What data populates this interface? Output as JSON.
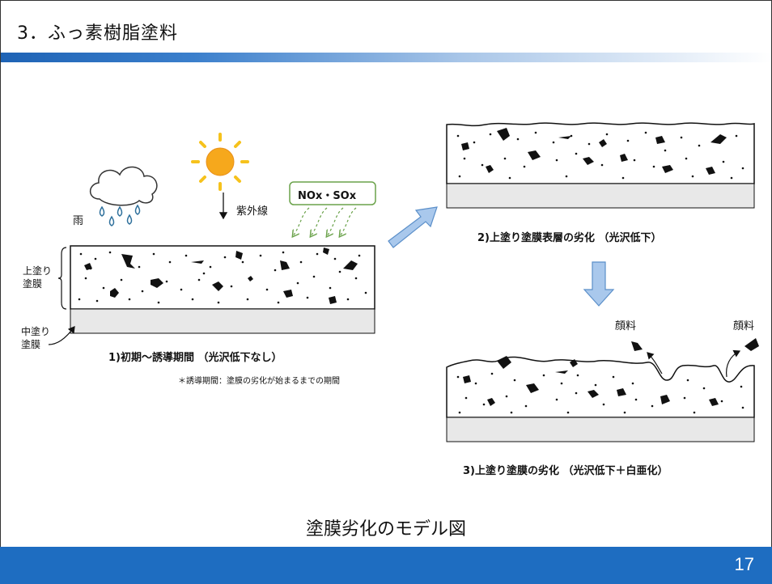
{
  "slide": {
    "title": "3．ふっ素樹脂塗料",
    "caption": "塗膜劣化のモデル図",
    "page_number": "17"
  },
  "labels": {
    "rain": "雨",
    "uv": "紫外線",
    "nox_sox": "NOx・SOx",
    "top_coat": "上塗り\n塗膜",
    "mid_coat": "中塗り\n塗膜",
    "pigment_1": "顔料",
    "pigment_2": "顔料"
  },
  "stages": [
    {
      "title": "1)初期～誘導期間 （光沢低下なし）",
      "note": "＊誘導期間：塗膜の劣化が始まるまでの期間"
    },
    {
      "title": "2)上塗り塗膜表層の劣化 （光沢低下）"
    },
    {
      "title": "3)上塗り塗膜の劣化 （光沢低下＋白亜化）"
    }
  ],
  "colors": {
    "footer": "#1e6dc1",
    "arrow_fill": "#a9c8ec",
    "arrow_stroke": "#5b8fc9",
    "nox_box": "#6aa24a",
    "sun": "#f6a81c",
    "substrate": "#e8e8e8"
  }
}
